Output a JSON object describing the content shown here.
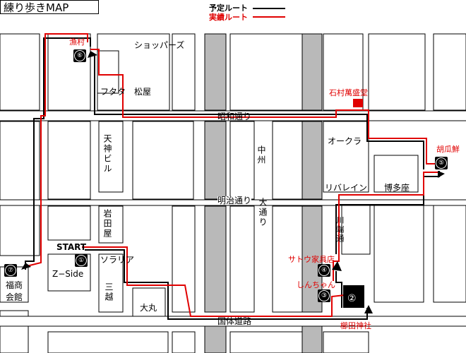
{
  "title": "練り歩きMAP",
  "legend": {
    "planned": "予定ルート",
    "actual": "実績ルート"
  },
  "colors": {
    "planned": "#000000",
    "actual": "#e00000",
    "shaded": "#b9b9b9"
  },
  "streets": {
    "showa": "昭和通り",
    "meiji": "明治通り",
    "kokutai": "国体道路",
    "chushu": "中州",
    "ohtoori": "大通り",
    "kawabata": "川端通"
  },
  "buildings": {
    "shopbars": "ショッパーズ",
    "futata": "フタタ",
    "matsuya": "松屋",
    "tenjin_bldg": "天神ビル",
    "iwataya": "岩田屋",
    "solaria": "ソラリア",
    "mitsukoshi": "三越",
    "daimaru": "大丸",
    "okura": "オークラ",
    "riverain": "リバレイン",
    "hakataza": "博多座",
    "fukusho_kaikan": "福商会館",
    "z_side": "Z−Side"
  },
  "start_label": "START",
  "stops": [
    {
      "num": "①",
      "name": ""
    },
    {
      "num": "②",
      "name": "櫛田神社"
    },
    {
      "num": "③",
      "name": "しんちゃん"
    },
    {
      "num": "④",
      "name": "サトウ家具店"
    },
    {
      "num": "⑤",
      "name": "胡瓜鮮"
    },
    {
      "num": "⑥",
      "name": "漁村"
    },
    {
      "num": "⑦",
      "name": ""
    }
  ],
  "landmark_red": "石村萬盛堂"
}
